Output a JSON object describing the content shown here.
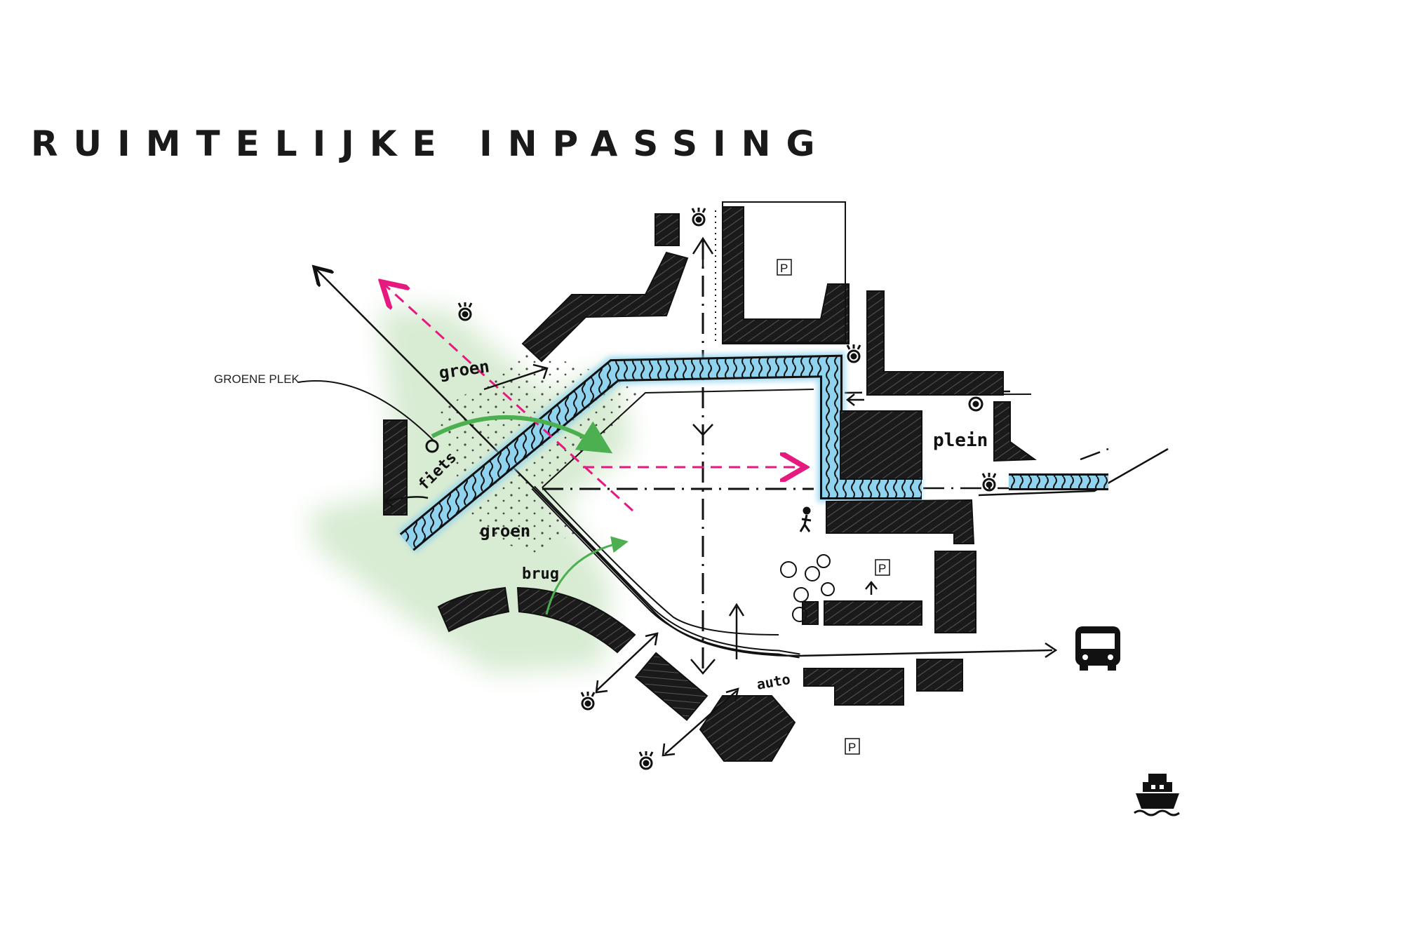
{
  "title": "RUIMTELIJKE INPASSING",
  "annotations": {
    "groene_plek": "GROENE PLEK",
    "groen_top": "groen",
    "groen_bottom": "groen",
    "fiets": "fiets",
    "plein": "plein",
    "brug": "brug",
    "auto": "auto"
  },
  "parking": [
    "P",
    "P",
    "P"
  ],
  "icons": [
    "eye-icon",
    "bus-icon",
    "ship-icon",
    "pedestrian-icon",
    "tree-icon"
  ],
  "colors": {
    "green_zone": "#d8ebd3",
    "green_arrow": "#4caf50",
    "water": "#8fd3ee",
    "view_axis": "#e5197f",
    "ink": "#111111"
  }
}
